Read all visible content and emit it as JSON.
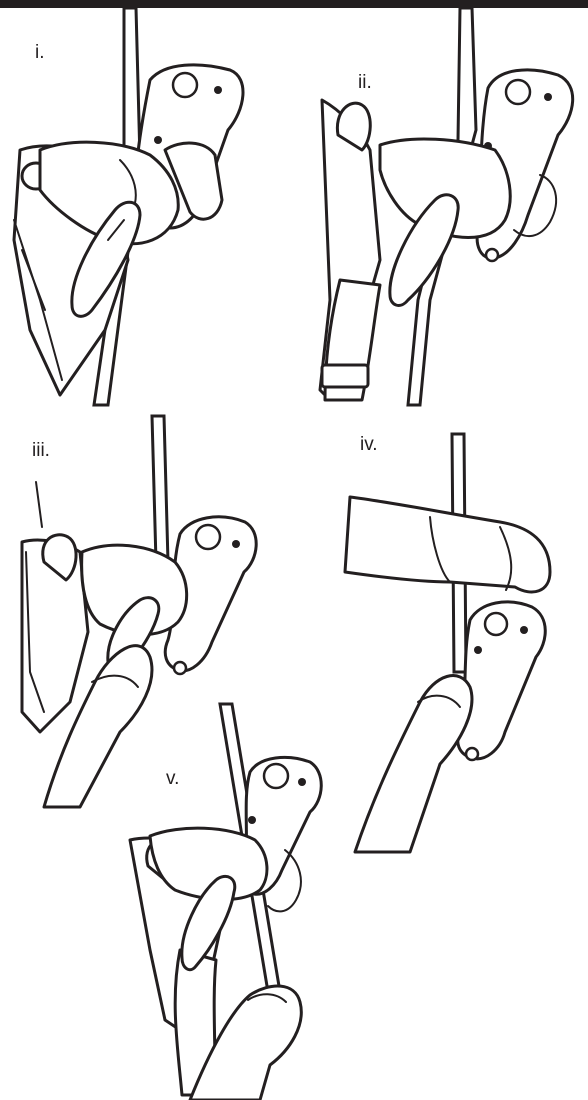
{
  "figure": {
    "steps": [
      {
        "label": "i."
      },
      {
        "label": "ii."
      },
      {
        "label": "iii."
      },
      {
        "label": "iv."
      },
      {
        "label": "v."
      }
    ]
  }
}
